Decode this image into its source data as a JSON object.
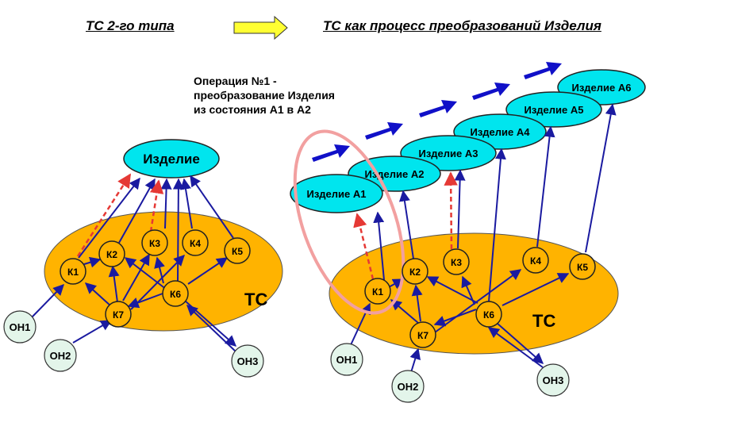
{
  "header": {
    "left_title": "ТС 2-го типа",
    "right_title": "ТС как процесс преобразований Изделия"
  },
  "caption": {
    "line1": "Операция №1 -",
    "line2": "преобразование Изделия",
    "line3": "из состояния А1  в А2"
  },
  "colors": {
    "system": "#ffb300",
    "product": "#00e5ee",
    "node": "#ffb300",
    "input": "#e3f5ea",
    "arrow": "#1a1aa0",
    "dashed": "#e53935",
    "highlight": "#f2a0a0",
    "progress_arrows": "#1010c8",
    "header_arrow": "#ffff33"
  },
  "left": {
    "system_label": "ТС",
    "product_label": "Изделие",
    "nodes": [
      "К1",
      "К2",
      "К3",
      "К4",
      "К5",
      "К6",
      "К7"
    ],
    "inputs": [
      "ОН1",
      "ОН2",
      "ОН3"
    ]
  },
  "right": {
    "system_label": "ТС",
    "products": [
      "Изделие А1",
      "Изделие А2",
      "Изделие А3",
      "Изделие А4",
      "Изделие А5",
      "Изделие А6"
    ],
    "nodes": [
      "К1",
      "К2",
      "К3",
      "К4",
      "К5",
      "К6",
      "К7"
    ],
    "inputs": [
      "ОН1",
      "ОН2",
      "ОН3"
    ]
  }
}
